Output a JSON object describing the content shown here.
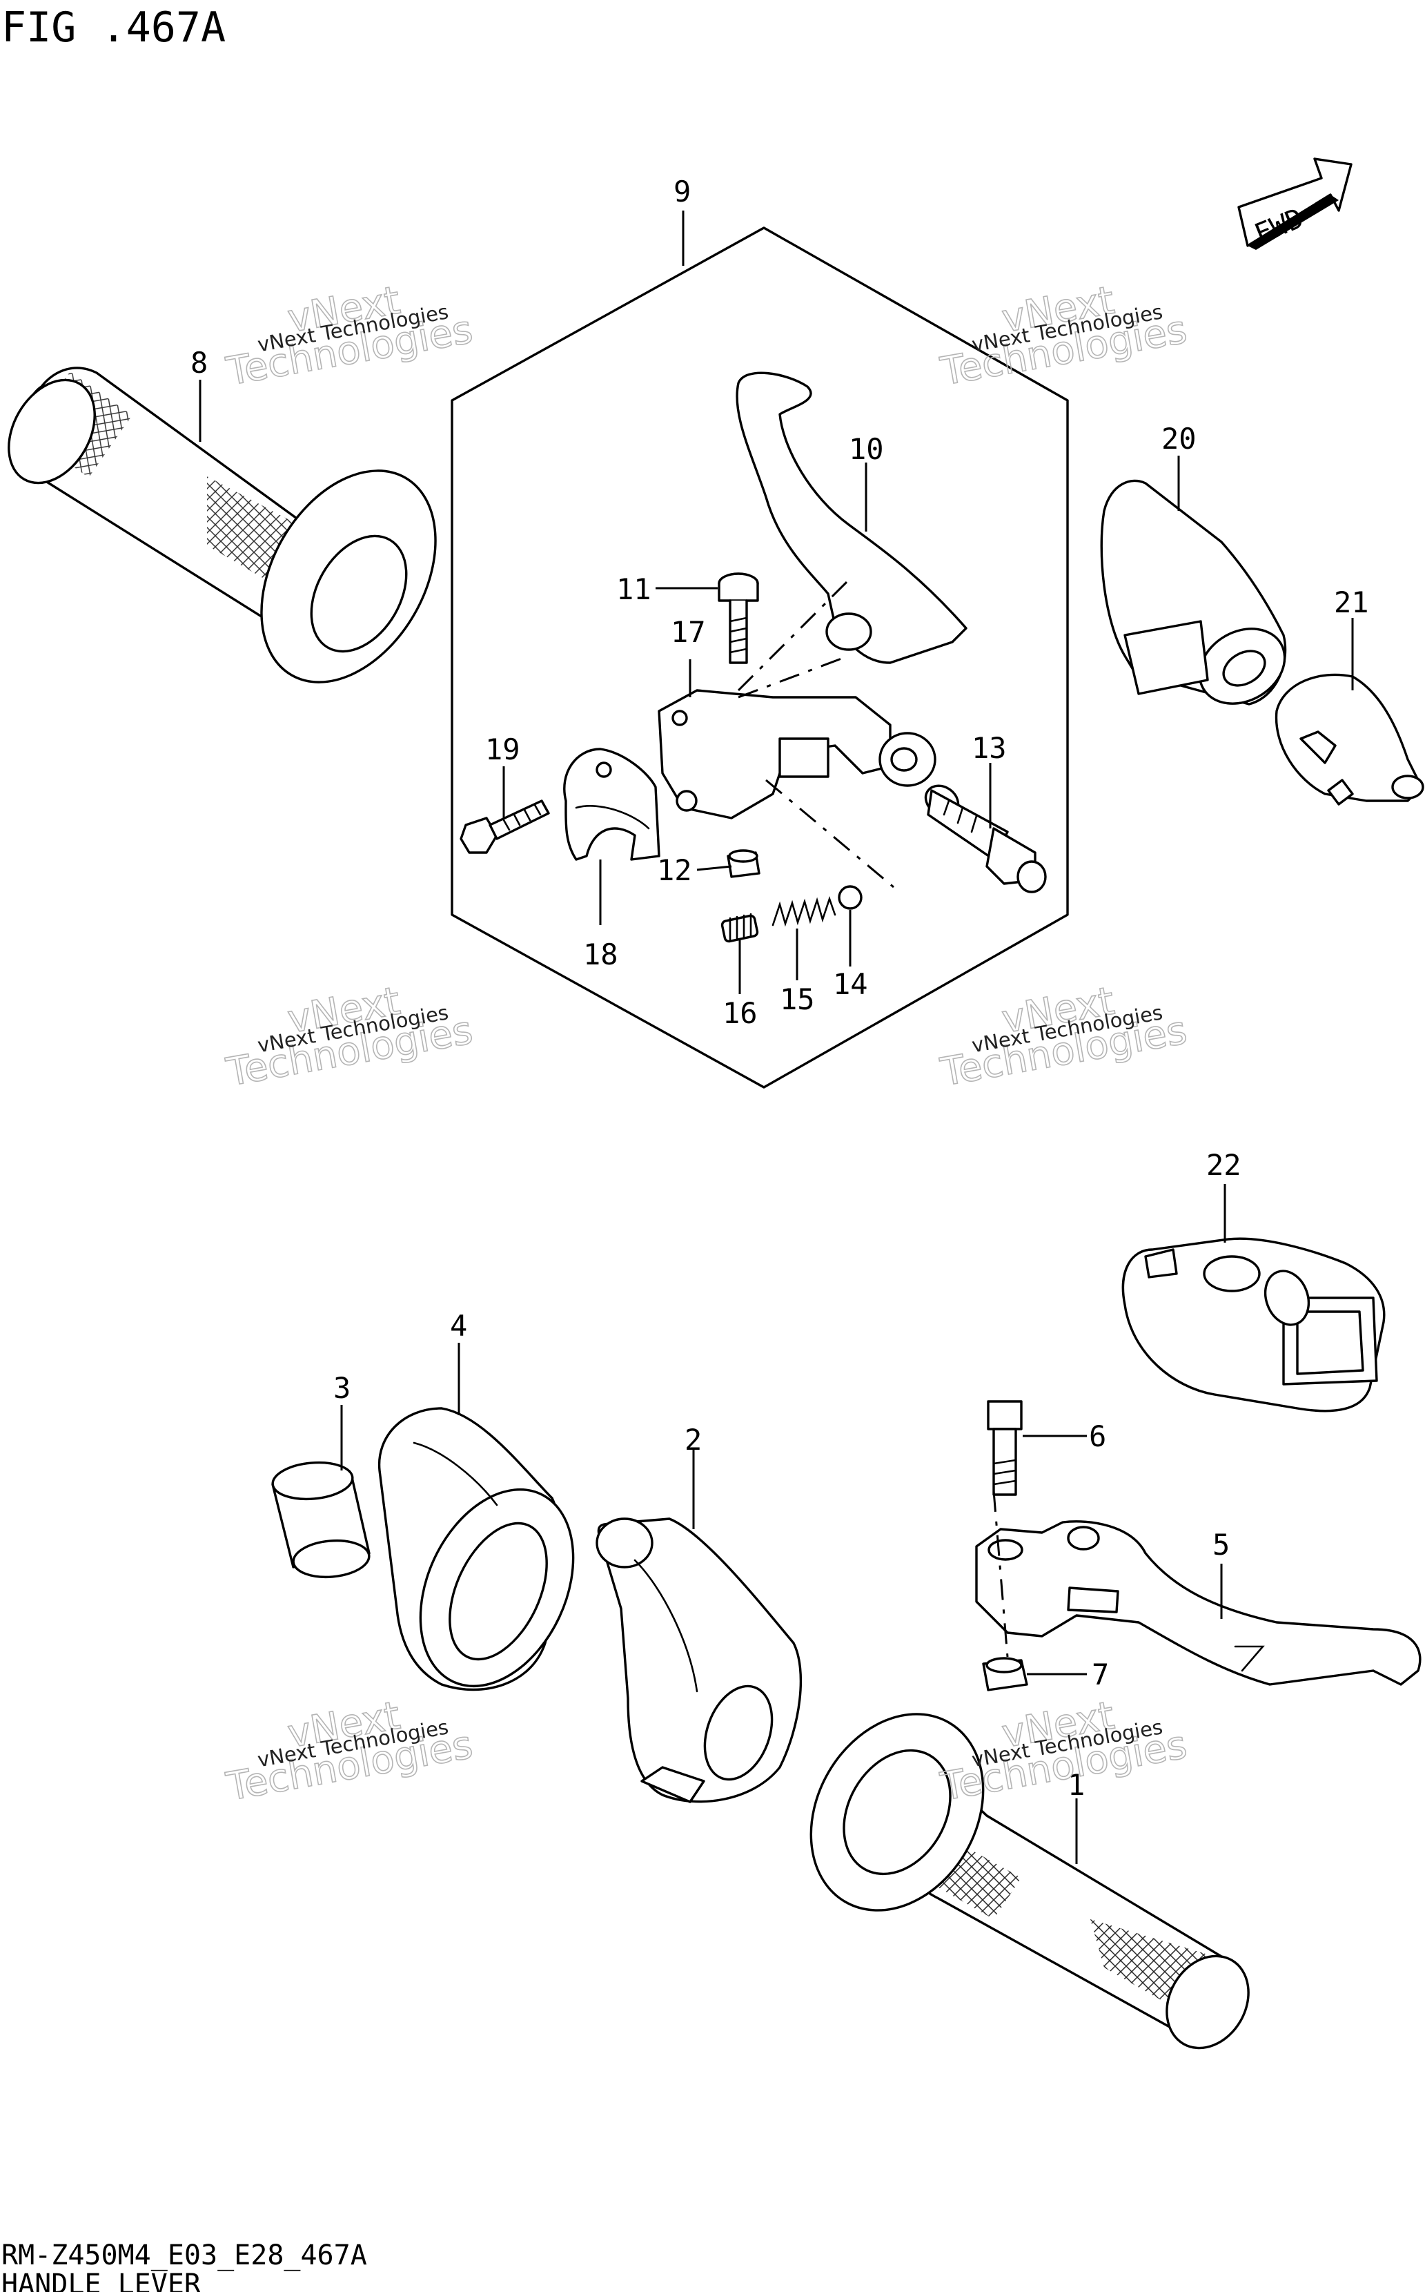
{
  "figure": {
    "title": "FIG .467A",
    "code": "RM-Z450M4_E03_E28_467A",
    "caption": "HANDLE LEVER"
  },
  "fwd_label": "FWD",
  "watermark": {
    "line1": "vNext Technologies",
    "line2a": "vNext",
    "line2b": "Technologies"
  },
  "callouts": [
    "1",
    "2",
    "3",
    "4",
    "5",
    "6",
    "7",
    "8",
    "9",
    "10",
    "11",
    "12",
    "13",
    "14",
    "15",
    "16",
    "17",
    "18",
    "19",
    "20",
    "21",
    "22"
  ]
}
